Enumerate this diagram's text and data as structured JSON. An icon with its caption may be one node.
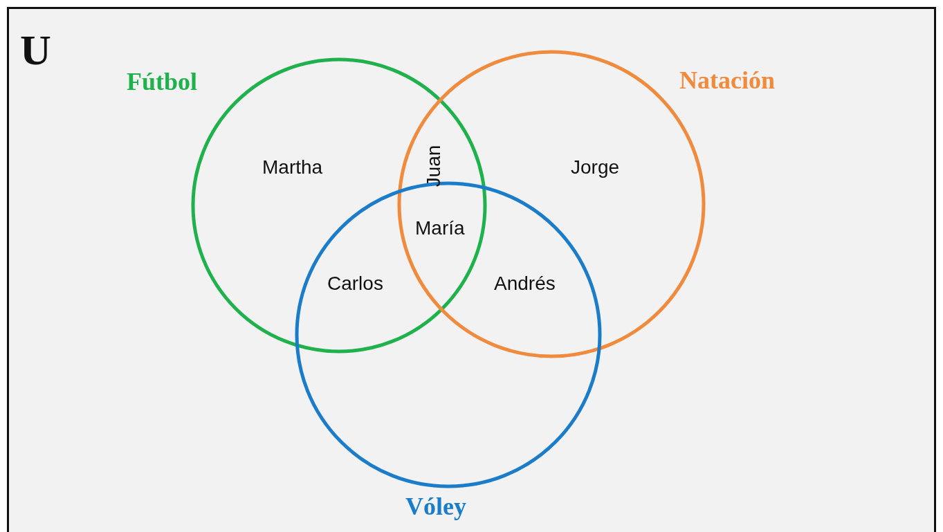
{
  "diagram": {
    "nodes": [
      {
        "text": [
          "U"
        ]
      },
      {
        "text": [
          "Fútbol"
        ],
        "in": 0
      },
      {
        "text": [
          "Natación"
        ],
        "in": 0
      },
      {
        "text": [
          "Vóley"
        ],
        "in": 0
      }
    ],
    "labels": [
      "Martha",
      "Juan",
      "Jorge",
      "María",
      "Carlos",
      "Andrés"
    ]
  }
}
